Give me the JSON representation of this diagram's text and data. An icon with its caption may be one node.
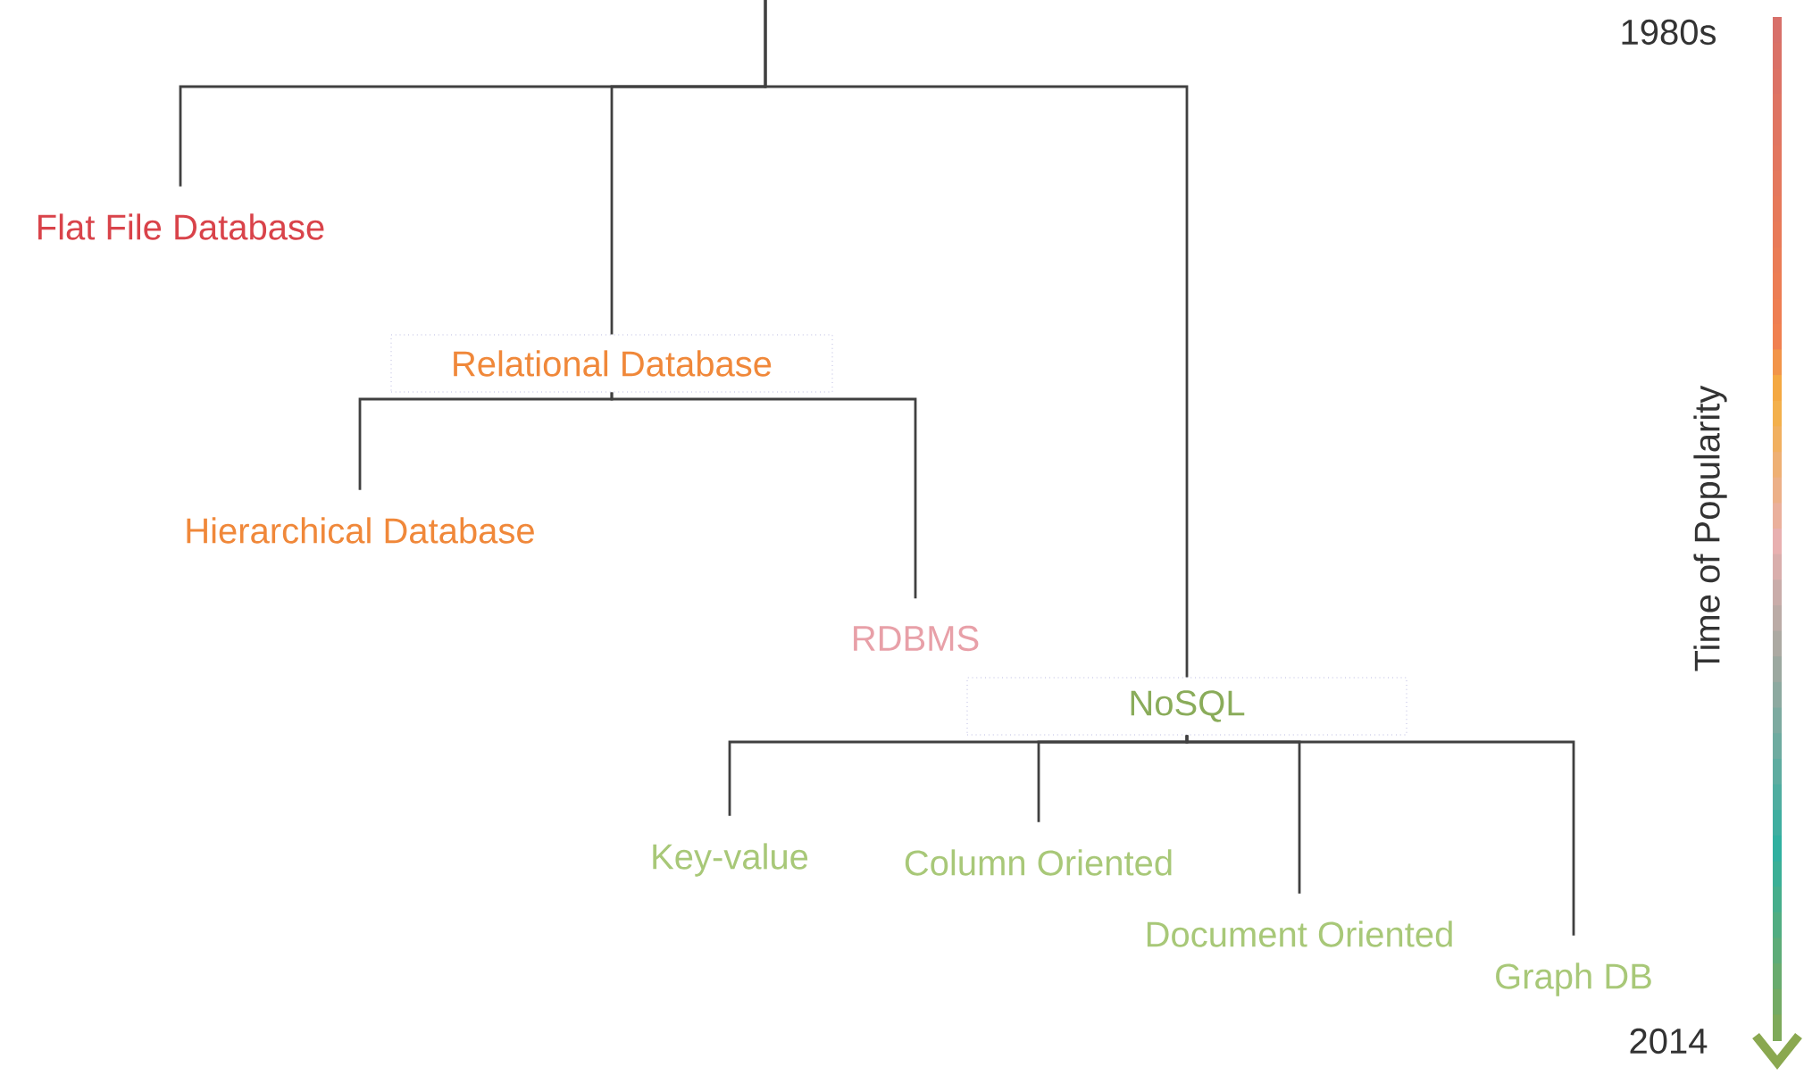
{
  "diagram": {
    "nodes": [
      {
        "text": [
          "Flat File Database"
        ]
      },
      {
        "text": [
          "Relational Database"
        ]
      },
      {
        "text": [
          "Hierarchical Database"
        ]
      },
      {
        "text": [
          "RDBMS"
        ]
      },
      {
        "text": [
          "NoSQL"
        ]
      },
      {
        "text": [
          "Key-value"
        ]
      },
      {
        "text": [
          "Column Oriented"
        ]
      },
      {
        "text": [
          "Document Oriented"
        ]
      },
      {
        "text": [
          "Graph DB"
        ]
      }
    ],
    "edges": [
      {
        "from": null,
        "to": 0,
        "arrow": "none"
      },
      {
        "from": null,
        "to": 1,
        "arrow": "none"
      },
      {
        "from": null,
        "to": 4,
        "arrow": "none"
      },
      {
        "from": 1,
        "to": 2,
        "arrow": "none"
      },
      {
        "from": 1,
        "to": 3,
        "arrow": "none"
      },
      {
        "from": 4,
        "to": 5,
        "arrow": "none"
      },
      {
        "from": 4,
        "to": 6,
        "arrow": "none"
      },
      {
        "from": 4,
        "to": 7,
        "arrow": "none"
      },
      {
        "from": 4,
        "to": 8,
        "arrow": "none"
      }
    ],
    "labels": [
      "1980s",
      "Time of Popularity",
      "2014"
    ]
  }
}
